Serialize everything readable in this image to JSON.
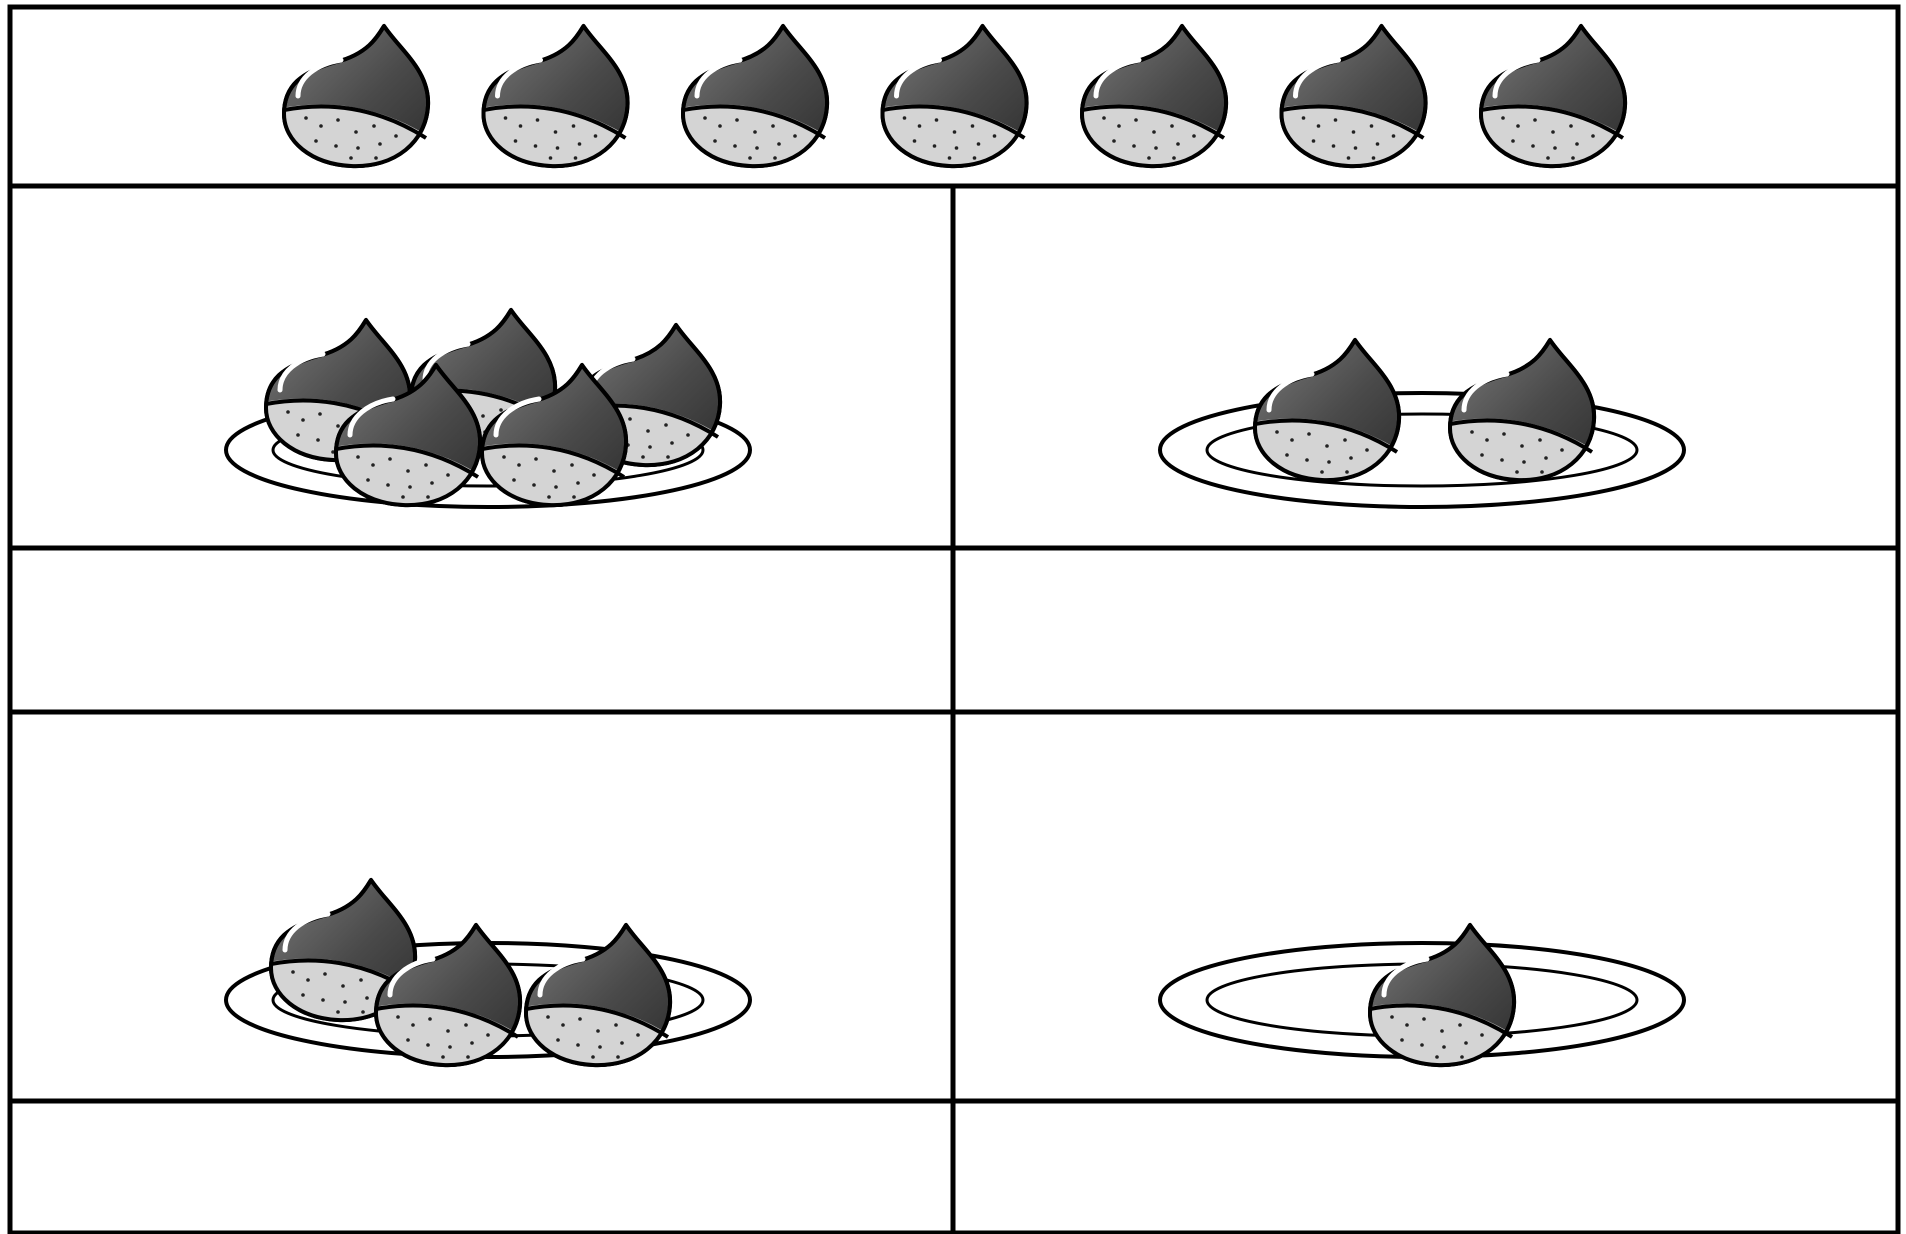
{
  "colors": {
    "line": "#000000",
    "background": "#ffffff",
    "chestnut_shell_dark": "#3a3a3a",
    "chestnut_shell_light": "#6e6e6e",
    "chestnut_base": "#d4d4d4",
    "highlight": "#ffffff",
    "plate": "#ffffff"
  },
  "icons": {
    "item": "chestnut-icon",
    "container": "plate-icon"
  },
  "top_row": {
    "count": 7
  },
  "plates": [
    {
      "id": "top-left",
      "count": 5,
      "answer": ""
    },
    {
      "id": "top-right",
      "count": 2,
      "answer": ""
    },
    {
      "id": "bottom-left",
      "count": 3,
      "answer": ""
    },
    {
      "id": "bottom-right",
      "count": 1,
      "answer": ""
    }
  ]
}
